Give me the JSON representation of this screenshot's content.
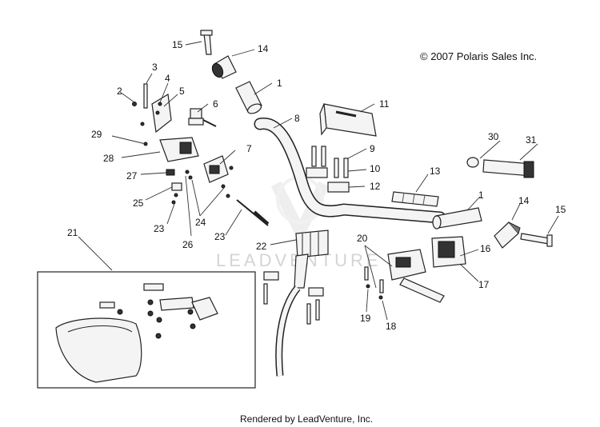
{
  "copyright": "© 2007 Polaris Sales Inc.",
  "footer": "Rendered by LeadVenture, Inc.",
  "watermark": "LEADVENTURE",
  "callouts": [
    "1",
    "1",
    "2",
    "3",
    "4",
    "5",
    "6",
    "7",
    "8",
    "9",
    "10",
    "11",
    "12",
    "13",
    "14",
    "14",
    "15",
    "15",
    "16",
    "17",
    "18",
    "19",
    "20",
    "21",
    "22",
    "23",
    "23",
    "24",
    "25",
    "26",
    "27",
    "28",
    "29",
    "30",
    "31"
  ],
  "colors": {
    "line": "#222222",
    "background": "#ffffff",
    "watermark": "#d4d4d4"
  }
}
